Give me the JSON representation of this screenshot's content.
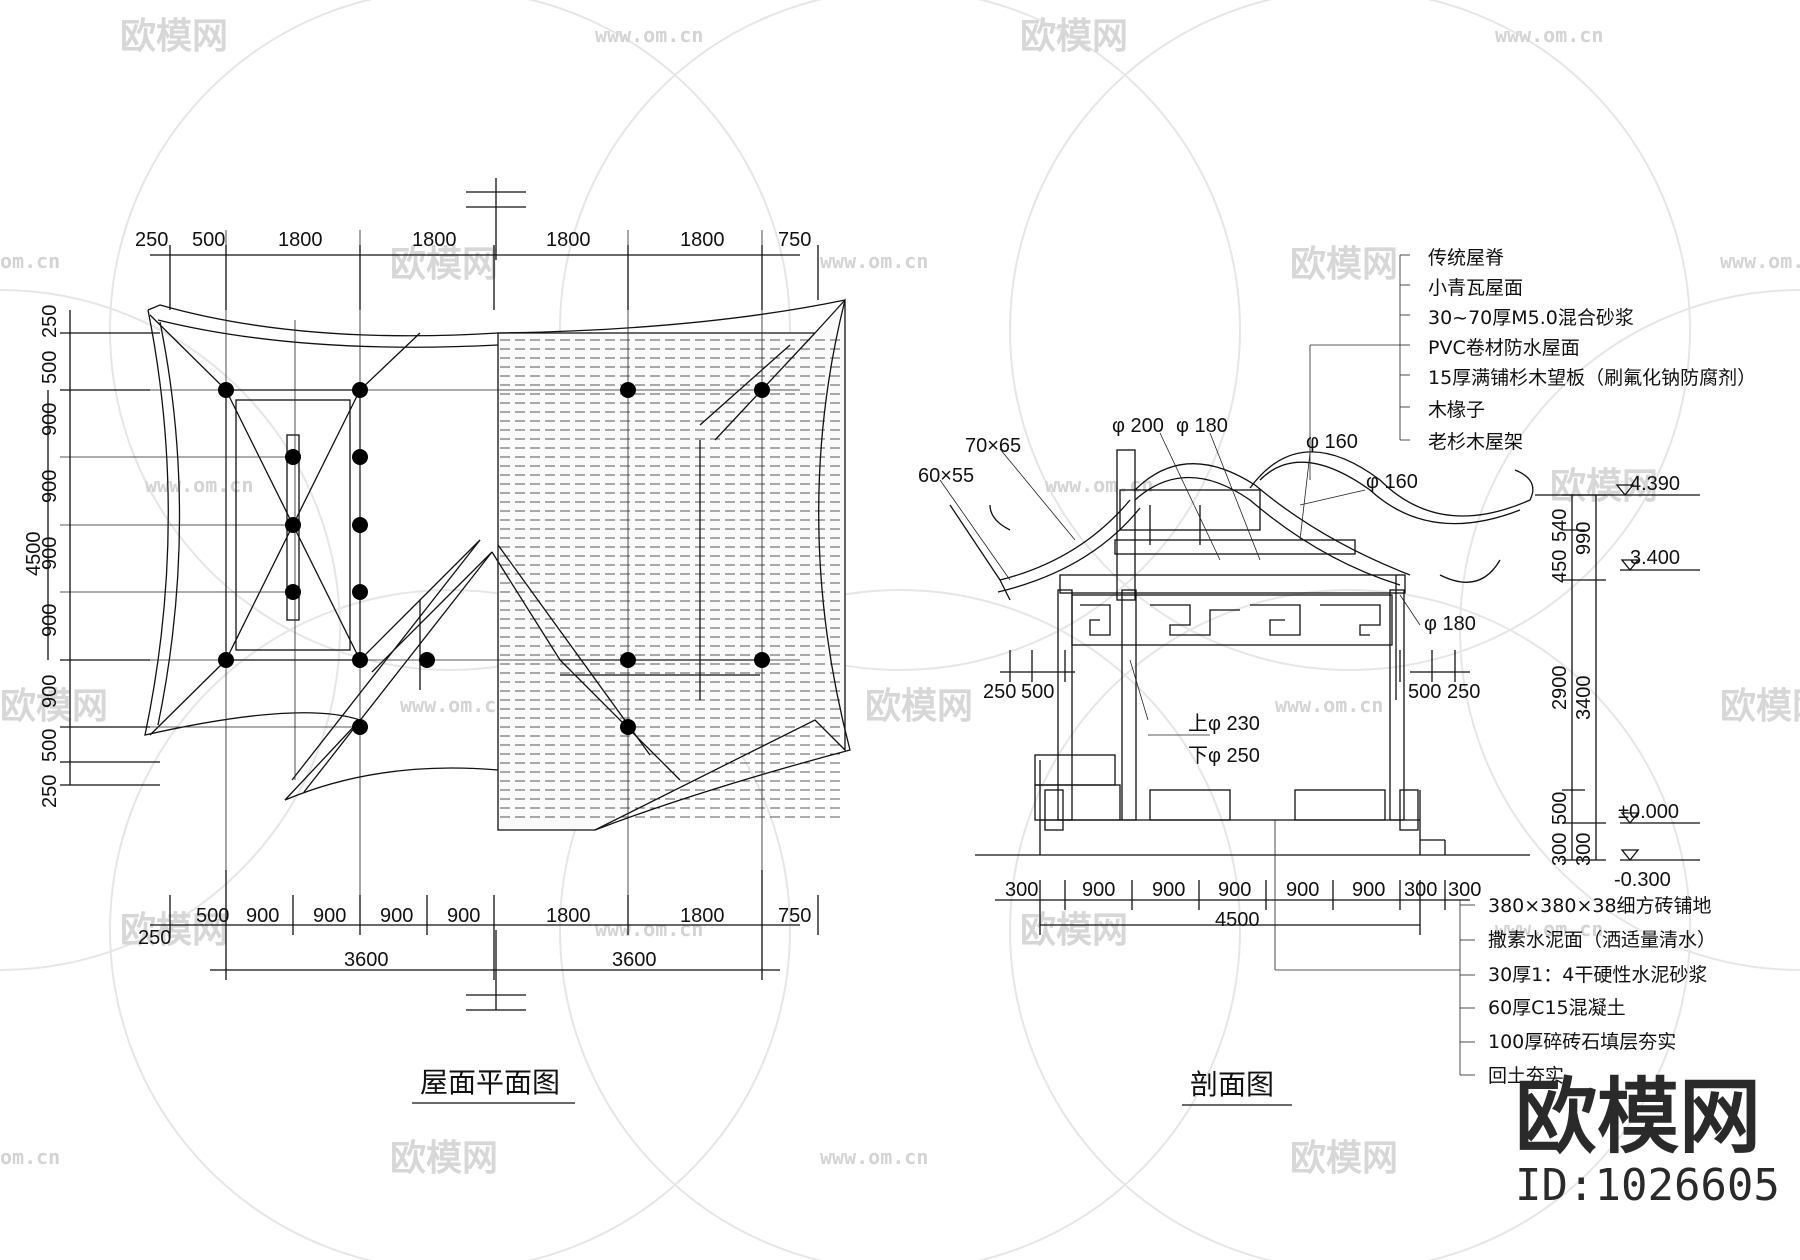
{
  "watermark": {
    "brand": "欧模网",
    "url": "www.om.cn",
    "url_short": "om.cn"
  },
  "logo": {
    "brand": "欧模网",
    "id": "ID:1026605"
  },
  "plan": {
    "title": "屋面平面图",
    "top_dims": [
      "250",
      "500",
      "1800",
      "1800",
      "1800",
      "1800",
      "750"
    ],
    "bottom_dims": [
      "250",
      "500",
      "900",
      "900",
      "900",
      "900",
      "1800",
      "1800",
      "750"
    ],
    "bottom_totals": [
      "3600",
      "3600"
    ],
    "left_dims": [
      "250",
      "500",
      "900",
      "900",
      "900",
      "900",
      "900",
      "500",
      "250"
    ],
    "left_total": "4500"
  },
  "section": {
    "title": "剖面图",
    "roof_notes": [
      "传统屋脊",
      "小青瓦屋面",
      "30~70厚M5.0混合砂浆",
      "PVC卷材防水屋面",
      "15厚满铺杉木望板（刷氟化钠防腐剂）",
      "木椽子",
      "老杉木屋架"
    ],
    "floor_notes": [
      "380×380×38细方砖铺地",
      "撒素水泥面（洒适量清水）",
      "30厚1：4干硬性水泥砂浆",
      "60厚C15混凝土",
      "100厚碎砖石填层夯实",
      "回土夯实"
    ],
    "member_labels": {
      "m7065": "70×65",
      "m6055": "60×55",
      "phi200": "φ 200",
      "phi180a": "φ 180",
      "phi160a": "φ 160",
      "phi160b": "φ 160",
      "phi180b": "φ 180",
      "col_top": "上φ 230",
      "col_bot": "下φ 250"
    },
    "levels": {
      "top": "4.390",
      "eave": "3.400",
      "zero": "±0.000",
      "ground": "-0.300"
    },
    "right_dims": {
      "d540": "540",
      "d450": "450",
      "d990": "990",
      "d2900": "2900",
      "d3400": "3400",
      "d500": "500",
      "d300a": "300",
      "d300b": "300"
    },
    "side_dims": {
      "l250": "250",
      "l500": "500",
      "r500": "500",
      "r250": "250"
    },
    "bottom_dims": [
      "300",
      "900",
      "900",
      "900",
      "900",
      "900",
      "300",
      "300"
    ],
    "bottom_total": "4500"
  }
}
